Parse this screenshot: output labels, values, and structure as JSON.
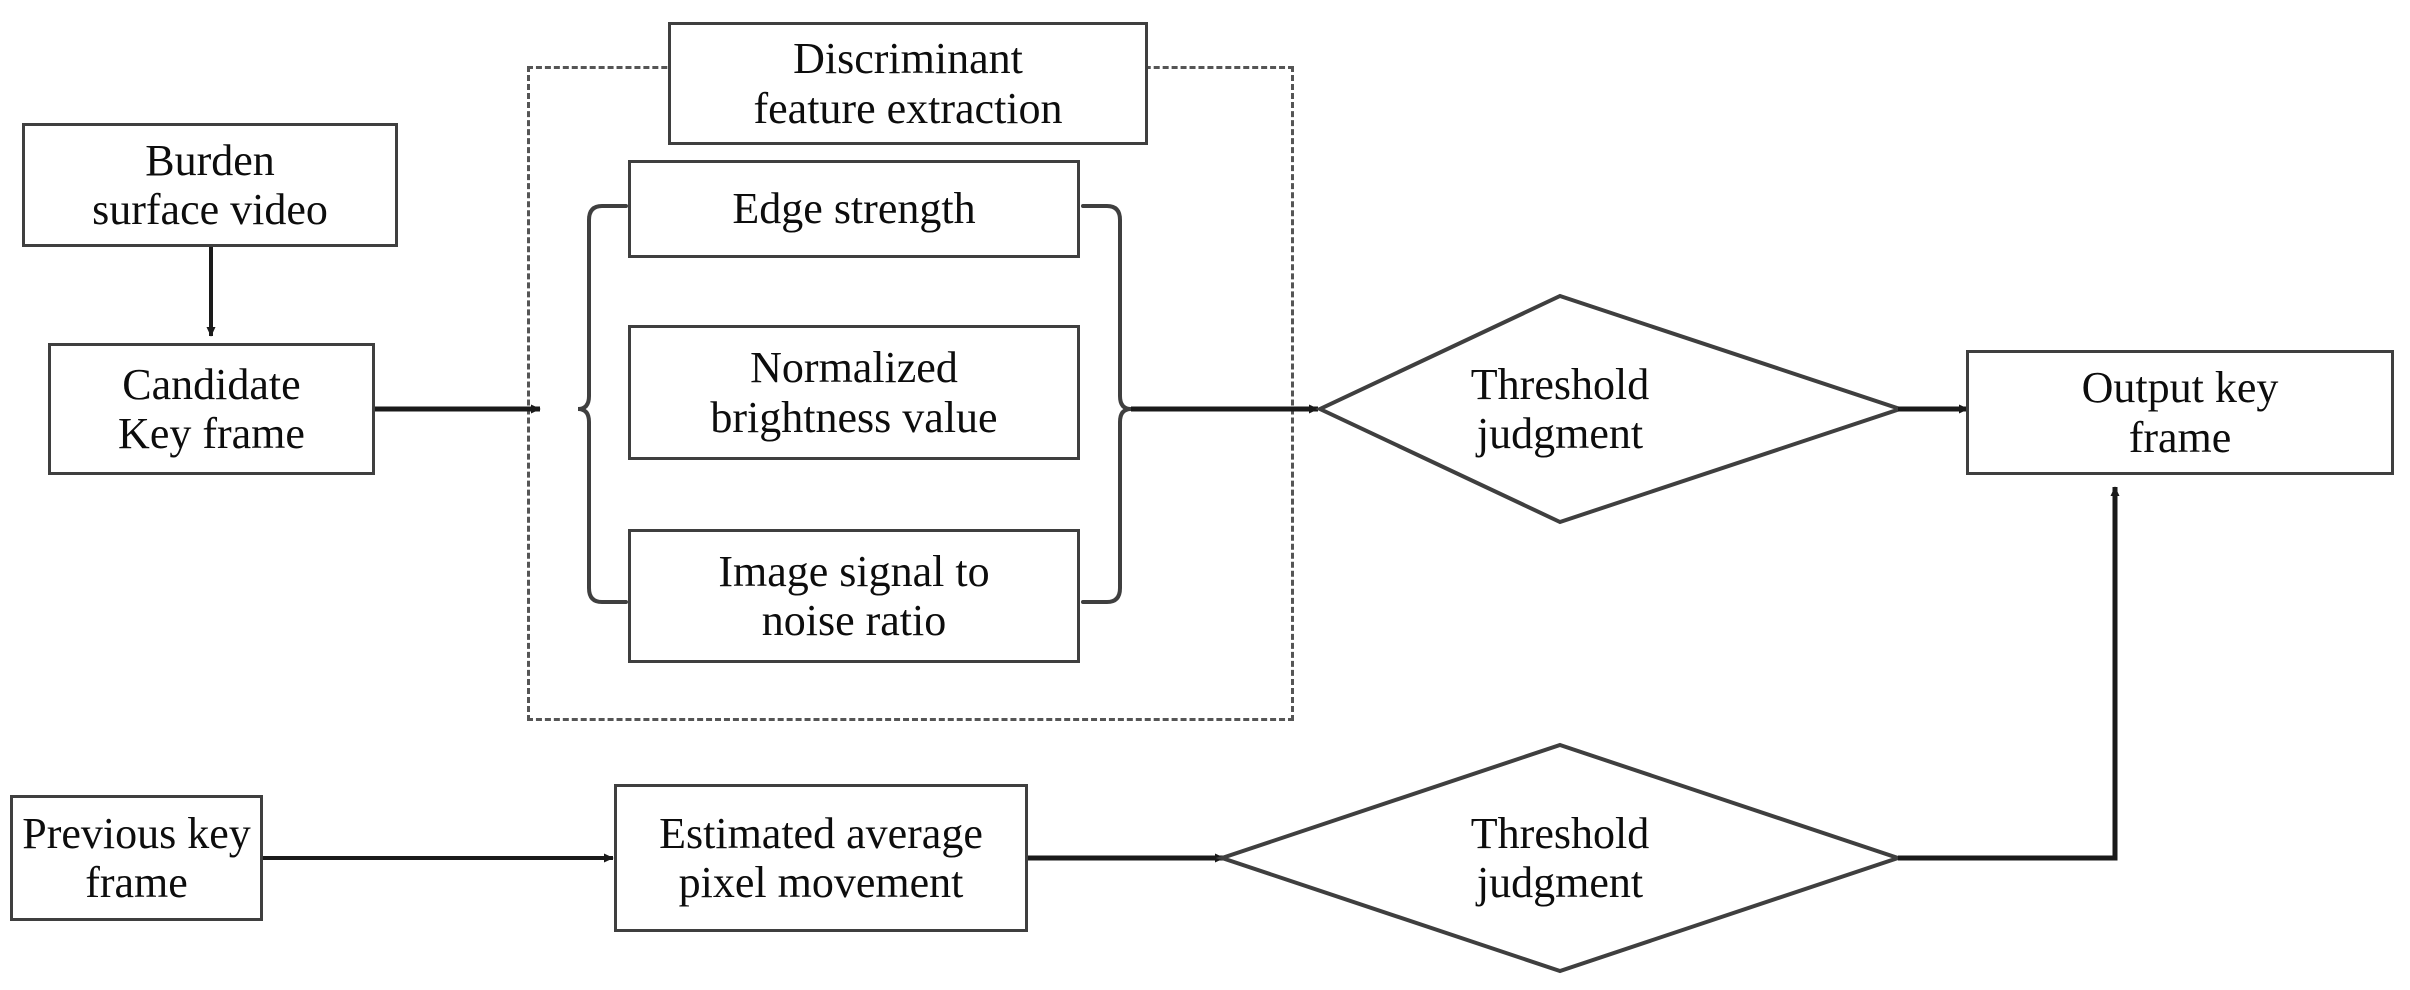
{
  "figure": {
    "title": "Key frame extraction flowchart",
    "background_color": "#ffffff",
    "stroke_color": "#3f3f3f",
    "dashed_color": "#555555",
    "text_color": "#0d0d0d"
  },
  "nodes": {
    "burden_surface_video": {
      "label": "Burden\nsurface video",
      "shape": "rectangle"
    },
    "candidate_key_frame": {
      "label": "Candidate\nKey frame",
      "shape": "rectangle"
    },
    "discriminant_feature_extraction": {
      "label": "Discriminant\nfeature extraction",
      "shape": "rectangle"
    },
    "edge_strength": {
      "label": "Edge strength",
      "shape": "rectangle"
    },
    "normalized_brightness_value": {
      "label": "Normalized\nbrightness value",
      "shape": "rectangle"
    },
    "image_signal_to_noise_ratio": {
      "label": "Image signal to\nnoise ratio",
      "shape": "rectangle"
    },
    "threshold_judgment_top": {
      "label": "Threshold\njudgment",
      "shape": "diamond"
    },
    "output_key_frame": {
      "label": "Output key\nframe",
      "shape": "rectangle"
    },
    "previous_key_frame": {
      "label": "Previous  key\nframe",
      "shape": "rectangle"
    },
    "estimated_average_pixel_movement": {
      "label": "Estimated average\npixel movement",
      "shape": "rectangle"
    },
    "threshold_judgment_bottom": {
      "label": "Threshold\njudgment",
      "shape": "diamond"
    }
  },
  "group": {
    "dashed_container_label": "Discriminant feature extraction group"
  },
  "edges": [
    {
      "from": "burden_surface_video",
      "to": "candidate_key_frame",
      "style": "arrow",
      "direction": "down"
    },
    {
      "from": "candidate_key_frame",
      "to": "feature_brace_left",
      "style": "arrow",
      "direction": "right"
    },
    {
      "from": "feature_brace_right",
      "to": "threshold_judgment_top",
      "style": "arrow",
      "direction": "right"
    },
    {
      "from": "threshold_judgment_top",
      "to": "output_key_frame",
      "style": "arrow",
      "direction": "right"
    },
    {
      "from": "previous_key_frame",
      "to": "estimated_average_pixel_movement",
      "style": "arrow",
      "direction": "right"
    },
    {
      "from": "estimated_average_pixel_movement",
      "to": "threshold_judgment_bottom",
      "style": "arrow",
      "direction": "right"
    },
    {
      "from": "threshold_judgment_bottom",
      "to": "output_key_frame",
      "style": "arrow",
      "direction": "up-elbow"
    }
  ]
}
